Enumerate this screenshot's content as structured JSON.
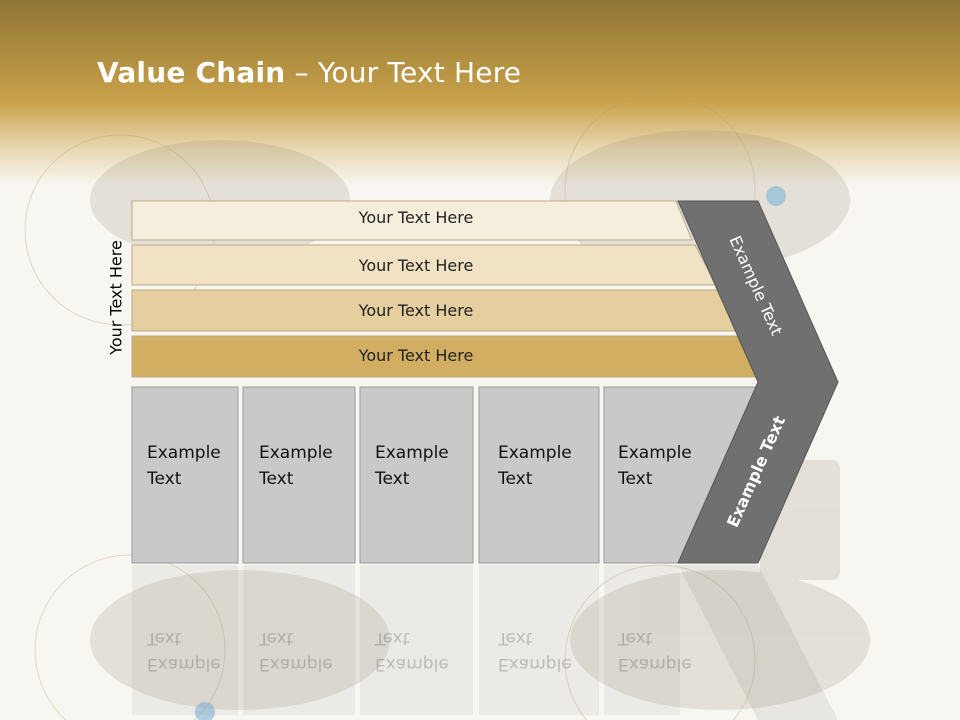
{
  "slide": {
    "title_bold": "Value Chain",
    "title_rest": " – Your Text Here",
    "side_label": "Your Text Here",
    "bars": [
      {
        "label": "Your Text Here",
        "fill": "#f6eedd"
      },
      {
        "label": "Your Text Here",
        "fill": "#f0e2c2"
      },
      {
        "label": "Your Text Here",
        "fill": "#e5cf9e"
      },
      {
        "label": "Your Text Here",
        "fill": "#d2ae62"
      }
    ],
    "columns": [
      {
        "label": "Example\nText"
      },
      {
        "label": "Example\nText"
      },
      {
        "label": "Example\nText"
      },
      {
        "label": "Example\nText"
      },
      {
        "label": "Example\nText"
      }
    ],
    "chevron_top_label": "Example Text",
    "chevron_bottom_label": "Example Text",
    "colors": {
      "header_gold": "#c9a24a",
      "column_gray": "#c9c9c9",
      "chevron_gray": "#707070"
    }
  }
}
